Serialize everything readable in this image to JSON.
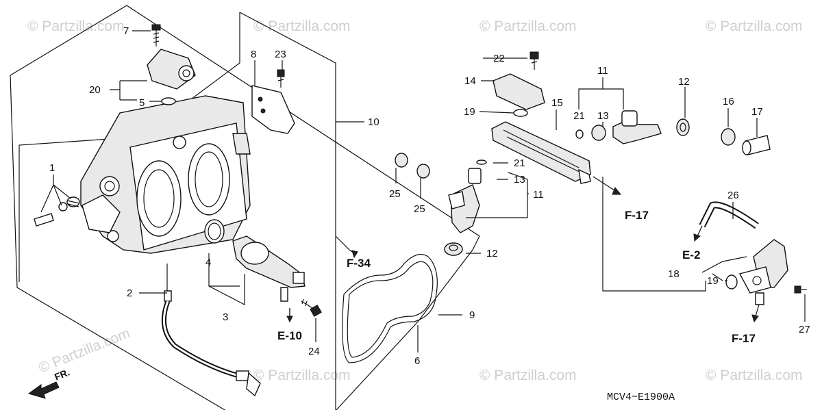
{
  "watermark": "© Partzilla.com",
  "callouts": {
    "c1": "1",
    "c2": "2",
    "c3": "3",
    "c4": "4",
    "c5": "5",
    "c6": "6",
    "c7": "7",
    "c8": "8",
    "c9": "9",
    "c10": "10",
    "c11a": "11",
    "c11b": "11",
    "c12a": "12",
    "c12b": "12",
    "c13a": "13",
    "c13b": "13",
    "c14": "14",
    "c15": "15",
    "c16": "16",
    "c17": "17",
    "c18": "18",
    "c19a": "19",
    "c19b": "19",
    "c20": "20",
    "c21a": "21",
    "c21b": "21",
    "c22": "22",
    "c23": "23",
    "c24": "24",
    "c25a": "25",
    "c25b": "25",
    "c26": "26",
    "c27": "27"
  },
  "references": {
    "f34": "F-34",
    "e10": "E-10",
    "f17a": "F-17",
    "e2": "E-2",
    "f17b": "F-17"
  },
  "front_label": "FR.",
  "diagram_code": "MCV4−E1900A",
  "icons": [
    "front-arrow-icon"
  ]
}
